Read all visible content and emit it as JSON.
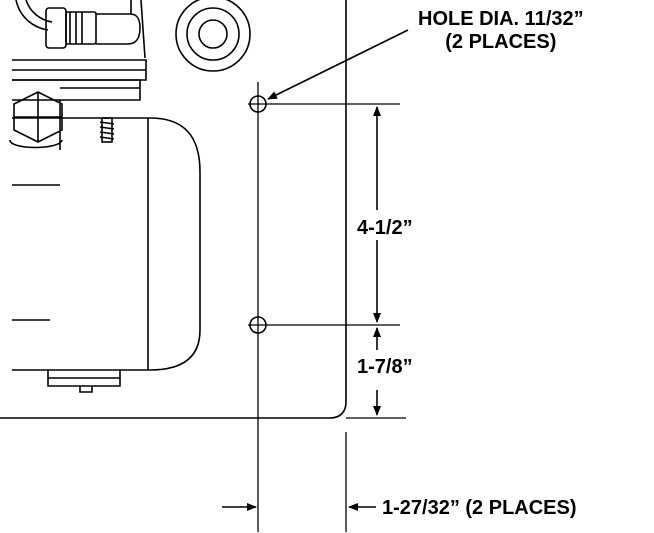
{
  "callouts": {
    "hole_line1": "HOLE DIA. 11/32”",
    "hole_line2": "(2 PLACES)"
  },
  "dimensions": {
    "hole_spacing": "4-1/2”",
    "hole_to_edge": "1-7/8”",
    "edge_offset": "1-27/32” (2 PLACES)"
  }
}
